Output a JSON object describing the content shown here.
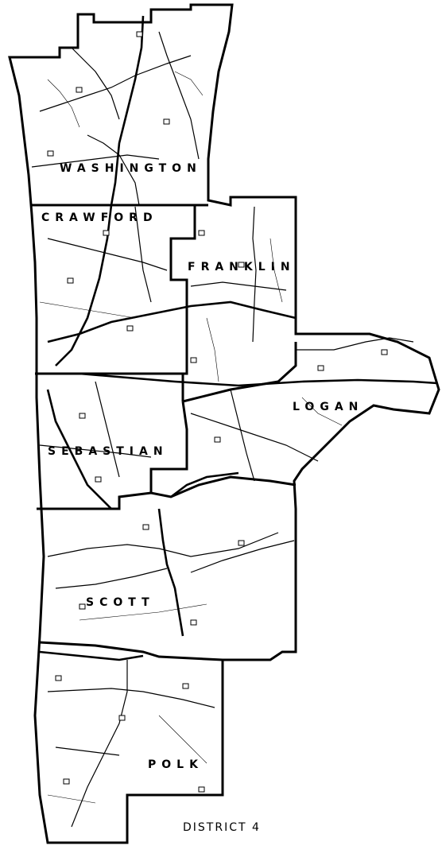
{
  "map": {
    "counties": [
      {
        "id": "washington",
        "label": "WASHINGTON"
      },
      {
        "id": "crawford",
        "label": "CRAWFORD"
      },
      {
        "id": "franklin",
        "label": "FRANKLIN"
      },
      {
        "id": "logan",
        "label": "LOGAN"
      },
      {
        "id": "sebastian",
        "label": "SEBASTIAN"
      },
      {
        "id": "scott",
        "label": "SCOTT"
      },
      {
        "id": "polk",
        "label": "POLK"
      }
    ],
    "district_label": "DISTRICT 4"
  }
}
